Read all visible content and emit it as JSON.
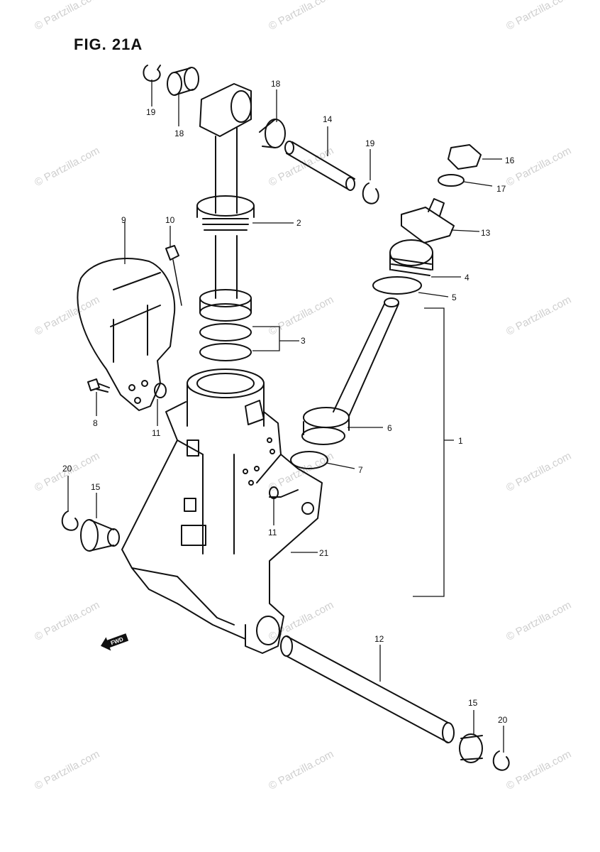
{
  "figure": {
    "title": "FIG. 21A"
  },
  "watermark": {
    "text": "© Partzilla.com"
  },
  "callouts": [
    {
      "id": "c19a",
      "label": "19"
    },
    {
      "id": "c18a",
      "label": "18"
    },
    {
      "id": "c18b",
      "label": "18"
    },
    {
      "id": "c14",
      "label": "14"
    },
    {
      "id": "c19b",
      "label": "19"
    },
    {
      "id": "c16",
      "label": "16"
    },
    {
      "id": "c17",
      "label": "17"
    },
    {
      "id": "c13",
      "label": "13"
    },
    {
      "id": "c2",
      "label": "2"
    },
    {
      "id": "c4",
      "label": "4"
    },
    {
      "id": "c5",
      "label": "5"
    },
    {
      "id": "c9",
      "label": "9"
    },
    {
      "id": "c10",
      "label": "10"
    },
    {
      "id": "c3",
      "label": "3"
    },
    {
      "id": "c8",
      "label": "8"
    },
    {
      "id": "c11a",
      "label": "11"
    },
    {
      "id": "c6",
      "label": "6"
    },
    {
      "id": "c1",
      "label": "1"
    },
    {
      "id": "c7",
      "label": "7"
    },
    {
      "id": "c20a",
      "label": "20"
    },
    {
      "id": "c15a",
      "label": "15"
    },
    {
      "id": "c11b",
      "label": "11"
    },
    {
      "id": "c21",
      "label": "21"
    },
    {
      "id": "c12",
      "label": "12"
    },
    {
      "id": "c15b",
      "label": "15"
    },
    {
      "id": "c20b",
      "label": "20"
    }
  ],
  "fwd_marker": {
    "text": "FWD"
  }
}
